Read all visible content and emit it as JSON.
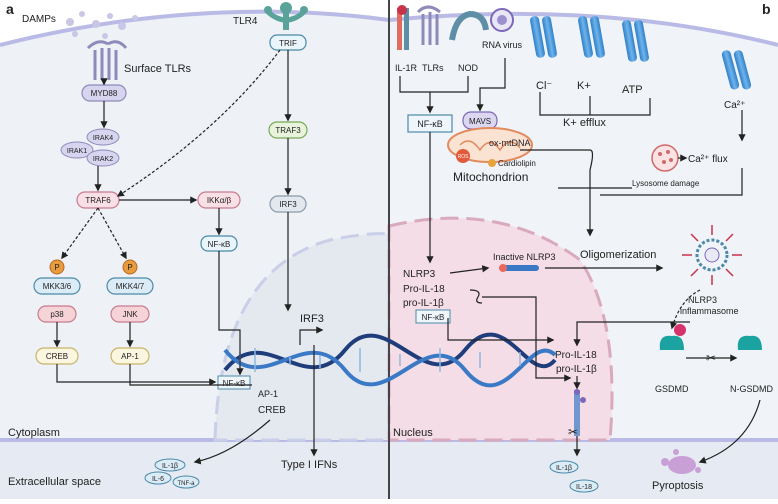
{
  "panels": {
    "a_letter": "a",
    "b_letter": "b"
  },
  "regions": {
    "cytoplasm": "Cytoplasm",
    "nucleus": "Nucleus",
    "extracellular": "Extracellular space"
  },
  "panel_a": {
    "damps": "DAMPs",
    "tlr4": "TLR4",
    "surface_tlrs": "Surface TLRs",
    "myd88": "MYD88",
    "irak4": "IRAK4",
    "irak1": "IRAK1",
    "irak2": "IRAK2",
    "traf6": "TRAF6",
    "ikk": "IKKα/β",
    "nfkb_cyto": "NF-κB",
    "trif": "TRIF",
    "traf3": "TRAF3",
    "irf3_cyto": "IRF3",
    "irf3_nuc": "IRF3",
    "p_left": "P",
    "p_right": "P",
    "mkk36": "MKK3/6",
    "mkk47": "MKK4/7",
    "p38": "p38",
    "jnk": "JNK",
    "creb_cyto": "CREB",
    "ap1_cyto": "AP-1",
    "nfkb_nuc": "NF-κB",
    "ap1_nuc": "AP-1",
    "creb_nuc": "CREB",
    "type1_ifns": "Type I IFNs",
    "il1b": "IL-1β",
    "il6": "IL-6",
    "tnfa": "TNF-a"
  },
  "panel_b": {
    "il1r": "IL-1R",
    "tlrs": "TLRs",
    "nod": "NOD",
    "rna_virus": "RNA virus",
    "nfkb": "NF-κB",
    "mavs": "MAVS",
    "ros": "ROS",
    "ox_mtdna": "ox-mtDNA",
    "cardiolipin": "Cardiolipin",
    "mitochondrion": "Mitochondrion",
    "cl": "Cl⁻",
    "k": "K+",
    "atp": "ATP",
    "k_efflux": "K+ efflux",
    "ca": "Ca²⁺",
    "ca_flux": "Ca²⁺ flux",
    "lysosome_damage": "Lysosome damage",
    "oligomerization": "Oligomerization",
    "inactive_nlrp3": "Inactive NLRP3",
    "nlrp3": "NLRP3",
    "pro_il18": "Pro-IL-18",
    "pro_il1b": "pro-IL-1β",
    "nfkb_nuc": "NF-κB",
    "inflammasome_1": "NLRP3",
    "inflammasome_2": "inflammasome",
    "pro_il18_2": "Pro-IL-18",
    "pro_il1b_2": "pro-IL-1β",
    "gsdmd": "GSDMD",
    "n_gsdmd": "N-GSDMD",
    "il1b_out": "IL-1β",
    "il18_out": "IL-18",
    "pyroptosis": "Pyroptosis"
  },
  "colors": {
    "membrane": "#b9bbe6",
    "cytoplasm": "#eef1f6",
    "extracellular": "#e6ebf3",
    "nucleus_b": "#f4dde6",
    "nucleus_a": "#e6eaf1",
    "receptor": "#5e8fa6",
    "divider": "#444444"
  }
}
